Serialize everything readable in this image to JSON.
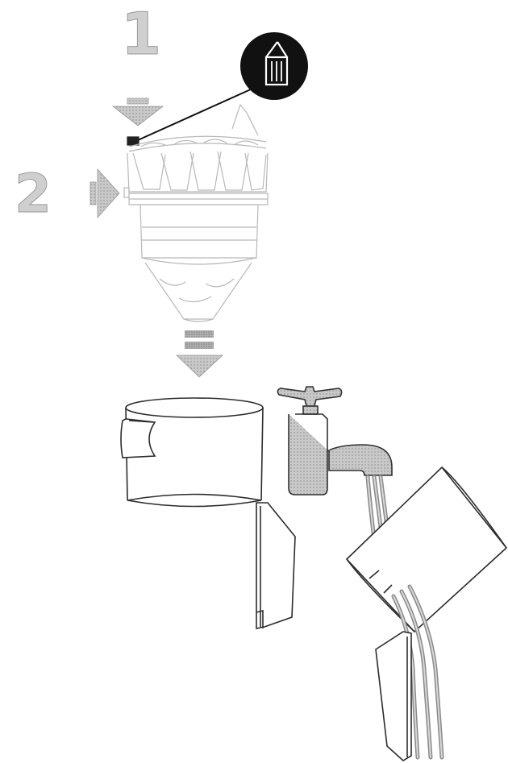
{
  "steps": [
    {
      "number": "1",
      "action": "press-down"
    },
    {
      "number": "2",
      "action": "press-side"
    }
  ],
  "icons": {
    "release": "trash-bin-icon",
    "tap": "water-tap-icon"
  },
  "colors": {
    "outline": "#555555",
    "light_outline": "#b8b8b8",
    "gray_fill": "#a6a6a6",
    "badge": "#111111",
    "arrow": "#bdbdbd"
  }
}
